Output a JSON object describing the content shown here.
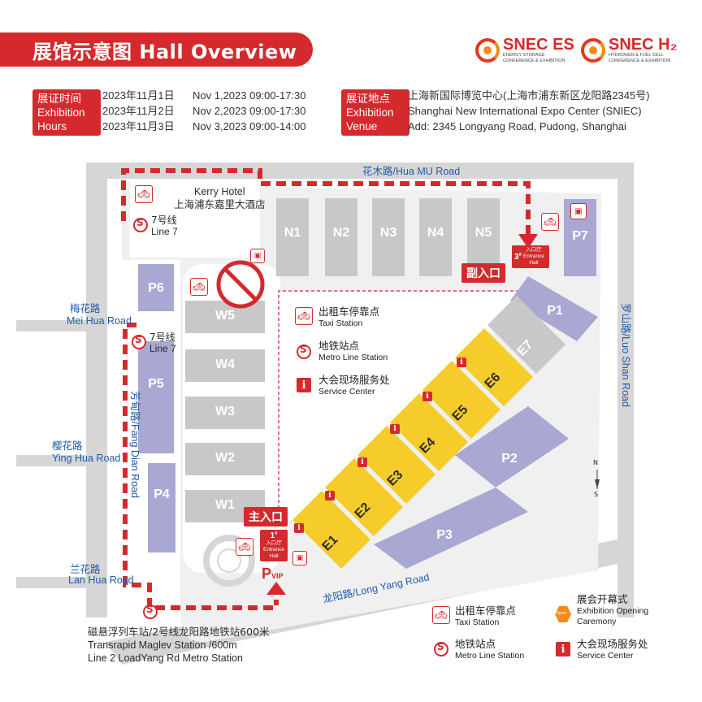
{
  "header": {
    "title": "展馆示意图  Hall Overview",
    "logo_snec_es": {
      "name": "SNEC ES",
      "sub": "ENERGY STORAGE",
      "sub2": "CONFERENCE & EXHIBITION"
    },
    "logo_snec_h2": {
      "name": "SNEC H₂",
      "sub": "HYDROGEN & FUEL CELL",
      "sub2": "CONFERENCE & EXHIBITION"
    }
  },
  "hours": {
    "label_cn": "展证时间",
    "label_en1": "Exhibition",
    "label_en2": "Hours",
    "rows": [
      {
        "cn": "2023年11月1日",
        "en": "Nov 1,2023  09:00-17:30"
      },
      {
        "cn": "2023年11月2日",
        "en": "Nov 2,2023  09:00-17:30"
      },
      {
        "cn": "2023年11月3日",
        "en": "Nov 3,2023  09:00-14:00"
      }
    ]
  },
  "venue": {
    "label_cn": "展证地点",
    "label_en1": "Exhibition",
    "label_en2": "Venue",
    "line1": "上海新国际博览中心(上海市浦东新区龙阳路2345号)",
    "line2": "Shanghai New International Expo Center (SNIEC)",
    "line3": "Add: 2345 Longyang Road, Pudong, Shanghai"
  },
  "roads": {
    "hua_mu": "花木路/Hua MU Road",
    "mei_hua_cn": "梅花路",
    "mei_hua_en": "Mei Hua Road",
    "ying_hua_cn": "樱花路",
    "ying_hua_en": "Ying Hua Road",
    "lan_hua_cn": "兰花路",
    "lan_hua_en": "Lan Hua Road",
    "fang_dian": "芳甸路/Fang Dian Road",
    "luo_shan": "罗山路/Luo Shan Road",
    "long_yang": "龙阳路/Long Yang Road"
  },
  "places": {
    "kerry_en": "Kerry Hotel",
    "kerry_cn": "上海浦东嘉里大酒店",
    "line7_cn": "7号线",
    "line7_en": "Line 7",
    "maglev_cn": "磁悬浮列车站/2号线龙阳路地铁站600米",
    "maglev_en1": "Transrapid Maglev Station /600m",
    "maglev_en2": "Line 2 LoadYang Rd Metro Station",
    "vip": "VIP",
    "parking": "P"
  },
  "halls": {
    "north": [
      "N1",
      "N2",
      "N3",
      "N4",
      "N5"
    ],
    "west": [
      "W5",
      "W4",
      "W3",
      "W2",
      "W1"
    ],
    "east": [
      "E1",
      "E2",
      "E3",
      "E4",
      "E5",
      "E6",
      "E7"
    ],
    "parking": [
      "P7",
      "P6",
      "P5",
      "P4",
      "P1",
      "P2",
      "P3"
    ]
  },
  "entrances": {
    "main_cn": "主入口",
    "side_cn": "副入口",
    "main_num": "1",
    "side_num": "3",
    "sup": "#",
    "hall_cn": "入口厅",
    "hall_en1": "Entrance",
    "hall_en2": "Hall"
  },
  "map_legend": {
    "taxi_cn": "出租车停靠点",
    "taxi_en": "Taxi Station",
    "metro_cn": "地铁站点",
    "metro_en": "Metro Line Station",
    "service_cn": "大会现场服务处",
    "service_en": "Service Center"
  },
  "bottom_legend": {
    "taxi_cn": "出租车停靠点",
    "taxi_en": "Taxi Station",
    "metro_cn": "地铁站点",
    "metro_en": "Metro Line Station",
    "opening_cn": "展会开幕式",
    "opening_en1": "Exhibition Opening",
    "opening_en2": "Caremony",
    "open_tag": "Open",
    "service_cn": "大会现场服务处",
    "service_en": "Service Center"
  },
  "compass": {
    "n": "N",
    "s": "S"
  },
  "colors": {
    "brand_red": "#d42a2d",
    "road_gray": "#d6d6d6",
    "hall_gray": "#c8c8c8",
    "hall_yellow": "#f5cc2a",
    "parking_purple": "#a9a8d3",
    "road_label_blue": "#1f5aa8"
  }
}
